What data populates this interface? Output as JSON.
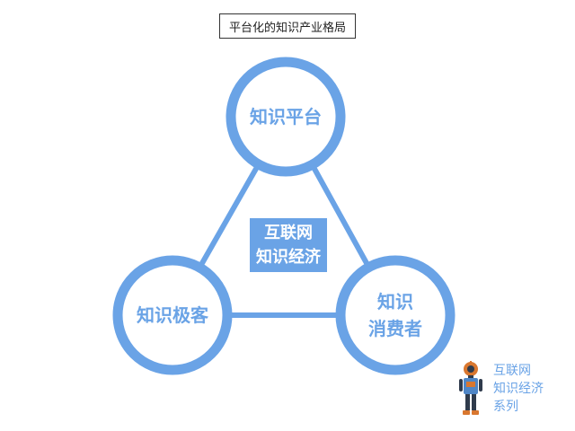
{
  "title": "平台化的知识产业格局",
  "nodes": {
    "top": {
      "lines": [
        "知识平台"
      ]
    },
    "left": {
      "lines": [
        "知识极客"
      ]
    },
    "right": {
      "lines": [
        "知识",
        "消费者"
      ]
    }
  },
  "center": {
    "lines": [
      "互联网",
      "知识经济"
    ]
  },
  "series": {
    "lines": [
      "互联网",
      "知识经济",
      "系列"
    ]
  },
  "colors": {
    "accent": "#6aa3e6",
    "title_border": "#333333",
    "robot_orange": "#d9772f",
    "robot_blue": "#4f86c6"
  },
  "icons": {
    "mascot": "robot-mascot-icon"
  }
}
